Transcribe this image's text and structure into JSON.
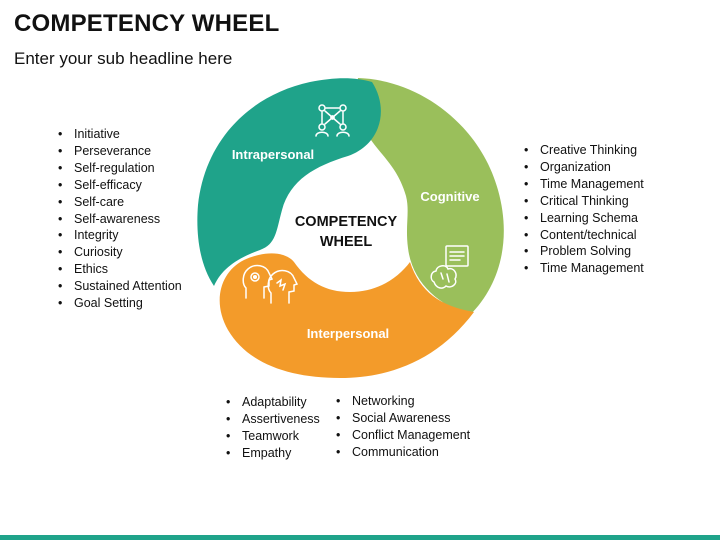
{
  "header": {
    "title": "COMPETENCY WHEEL",
    "subtitle": "Enter your sub headline here"
  },
  "wheel": {
    "center_line1": "COMPETENCY",
    "center_line2": "WHEEL",
    "segments": [
      {
        "label": "Intrapersonal",
        "color": "#1fa38a",
        "icon": "network-people-icon"
      },
      {
        "label": "Cognitive",
        "color": "#9abf5b",
        "icon": "brain-document-icon"
      },
      {
        "label": "Interpersonal",
        "color": "#f39b2a",
        "icon": "head-gears-icon"
      }
    ]
  },
  "lists": {
    "left": [
      "Initiative",
      "Perseverance",
      "Self-regulation",
      "Self-efficacy",
      "Self-care",
      "Self-awareness",
      "Integrity",
      "Curiosity",
      "Ethics",
      "Sustained Attention",
      "Goal Setting"
    ],
    "right": [
      "Creative Thinking",
      "Organization",
      "Time Management",
      "Critical Thinking",
      "Learning Schema",
      "Content/technical",
      "Problem Solving",
      "Time Management"
    ],
    "bottom_col1": [
      "Adaptability",
      "Assertiveness",
      "Teamwork",
      "Empathy"
    ],
    "bottom_col2": [
      "Networking",
      "Social Awareness",
      "Conflict Management",
      "Communication"
    ]
  }
}
